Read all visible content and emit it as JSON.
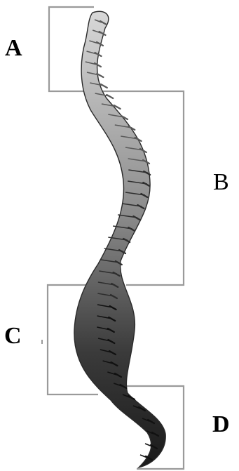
{
  "colors": {
    "background": "#ffffff",
    "bracket_stroke": "#9a9a9a",
    "bone_light": "#dcdcdc",
    "bone_mid": "#8c8c8c",
    "bone_dark": "#1e1e1e",
    "label_text": "#000000"
  },
  "regions": [
    {
      "id": "A",
      "label": "A"
    },
    {
      "id": "B",
      "label": "B"
    },
    {
      "id": "C",
      "label": "C"
    },
    {
      "id": "D",
      "label": "D"
    }
  ]
}
